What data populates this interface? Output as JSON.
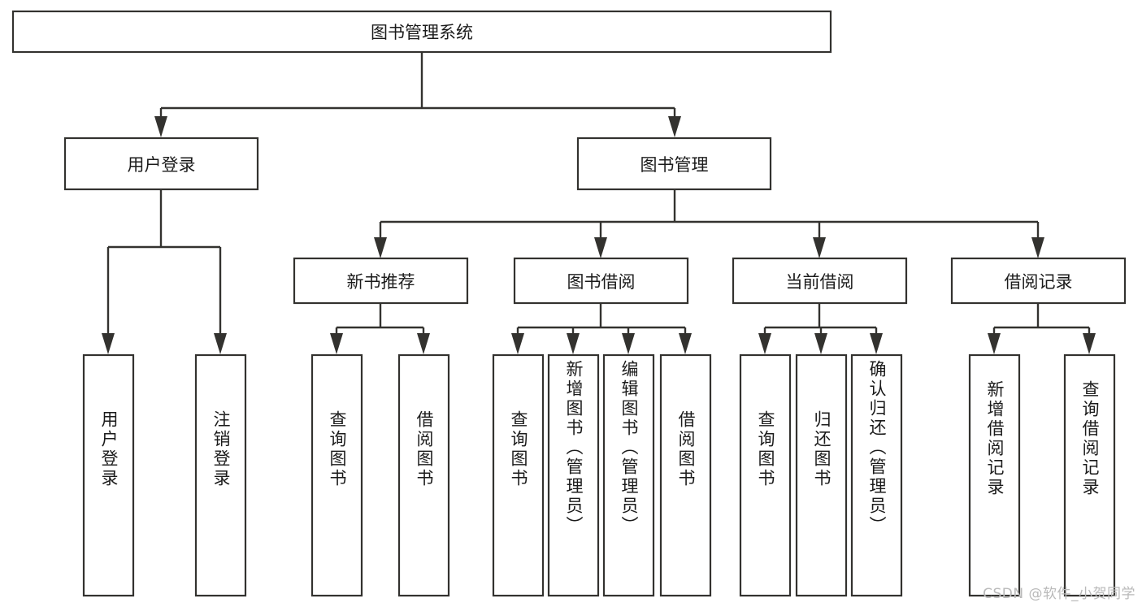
{
  "diagram": {
    "type": "tree",
    "title": "图书管理系统",
    "orientation": "top-down",
    "colors": {
      "box_stroke": "#33322f",
      "box_fill": "#ffffff",
      "connector": "#33322f",
      "text": "#1b1b1b",
      "watermark": "#b9b9b9",
      "background": "#ffffff"
    },
    "root": {
      "label": "图书管理系统"
    },
    "level1": [
      {
        "label": "用户登录"
      },
      {
        "label": "图书管理"
      }
    ],
    "level2": [
      {
        "label": "新书推荐"
      },
      {
        "label": "图书借阅"
      },
      {
        "label": "当前借阅"
      },
      {
        "label": "借阅记录"
      }
    ],
    "leaves": {
      "user_login": [
        {
          "label": "用户登录"
        },
        {
          "label": "注销登录"
        }
      ],
      "new_book_recommend": [
        {
          "label": "查询图书"
        },
        {
          "label": "借阅图书"
        }
      ],
      "book_borrow": [
        {
          "label": "查询图书"
        },
        {
          "label": "新增图书（管理员）"
        },
        {
          "label": "编辑图书（管理员）"
        },
        {
          "label": "借阅图书"
        }
      ],
      "current_borrow": [
        {
          "label": "查询图书"
        },
        {
          "label": "归还图书"
        },
        {
          "label": "确认归还（管理员）"
        }
      ],
      "borrow_record": [
        {
          "label": "新增借阅记录"
        },
        {
          "label": "查询借阅记录"
        }
      ]
    }
  },
  "watermark": {
    "text": "CSDN @软件_小贺同学"
  }
}
